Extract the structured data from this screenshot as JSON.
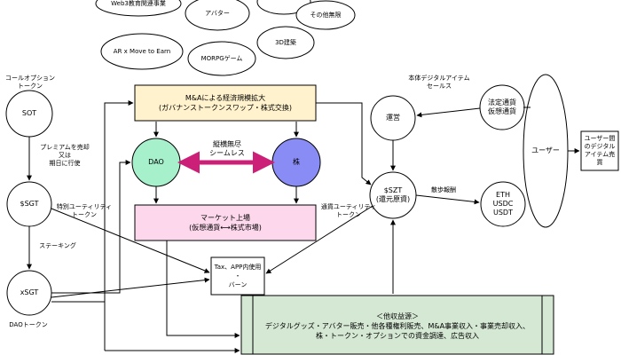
{
  "clouds": {
    "web3": "Web3教育関連事業",
    "avatar": "アバター",
    "unlimited": "その他無限",
    "ar": "AR x Move to Earn",
    "mmorpg": "MORPGゲーム",
    "building": "3D建築"
  },
  "call_option": {
    "line1": "コールオプション",
    "line2": "トークン"
  },
  "nodes": {
    "sot": "SOT",
    "sgt": "$SGT",
    "xsgt": "xSGT",
    "dao": "DAO",
    "stock": "株",
    "operation": "運営",
    "szt_line1": "$SZT",
    "szt_line2": "(還元原資)",
    "eth": "ETH",
    "usdc": "USDC",
    "usdt": "USDT",
    "user": "ユーザー",
    "fiat_line1": "法定通貨",
    "fiat_line2": "仮想通貨"
  },
  "boxes": {
    "ma_line1": "M&Aによる経済規模拡大",
    "ma_line2": "(ガバナンストークンスワップ・株式交換)",
    "market_line1": "マーケット上場",
    "market_line2": "(仮想通貨⟷株式市場)",
    "tax_line1": "Tax、APP内使用",
    "tax_line2": "・",
    "tax_line3": "バーン",
    "revenue_line1": "＜他収益源＞",
    "revenue_line2": "デジタルグッズ・アバター販売・他各種権利販売、M&A事業収入・事業売却収入、",
    "revenue_line3": "株・トークン・オプションでの資金調達、広告収入",
    "p2p_line1": "ユーザー間",
    "p2p_line2": "のデジタル",
    "p2p_line3": "アイテム売",
    "p2p_line4": "買"
  },
  "labels": {
    "premium_line1": "プレミアムを売却",
    "premium_line2": "又は",
    "premium_line3": "期日に行使",
    "special_utility_line1": "特別ユーティリティ",
    "special_utility_line2": "トークン",
    "staking": "ステーキング",
    "dao_token": "DAOトークン",
    "seamless_line1": "縦横無尽",
    "seamless_line2": "シームレス",
    "normal_utility_line1": "通貨ユーティリティ",
    "normal_utility_line2": "トークン",
    "dispersal": "散歩報酬",
    "item_sales_line1": "本体デジタルアイテム",
    "item_sales_line2": "セールス"
  },
  "colors": {
    "ma_fill": "#fff2cc",
    "market_fill": "#fdd7ec",
    "revenue_fill": "#d5e8d4",
    "dao_fill": "#a7f0cc",
    "stock_fill": "#8a8cf5",
    "arrow_accent": "#cc1f77"
  }
}
